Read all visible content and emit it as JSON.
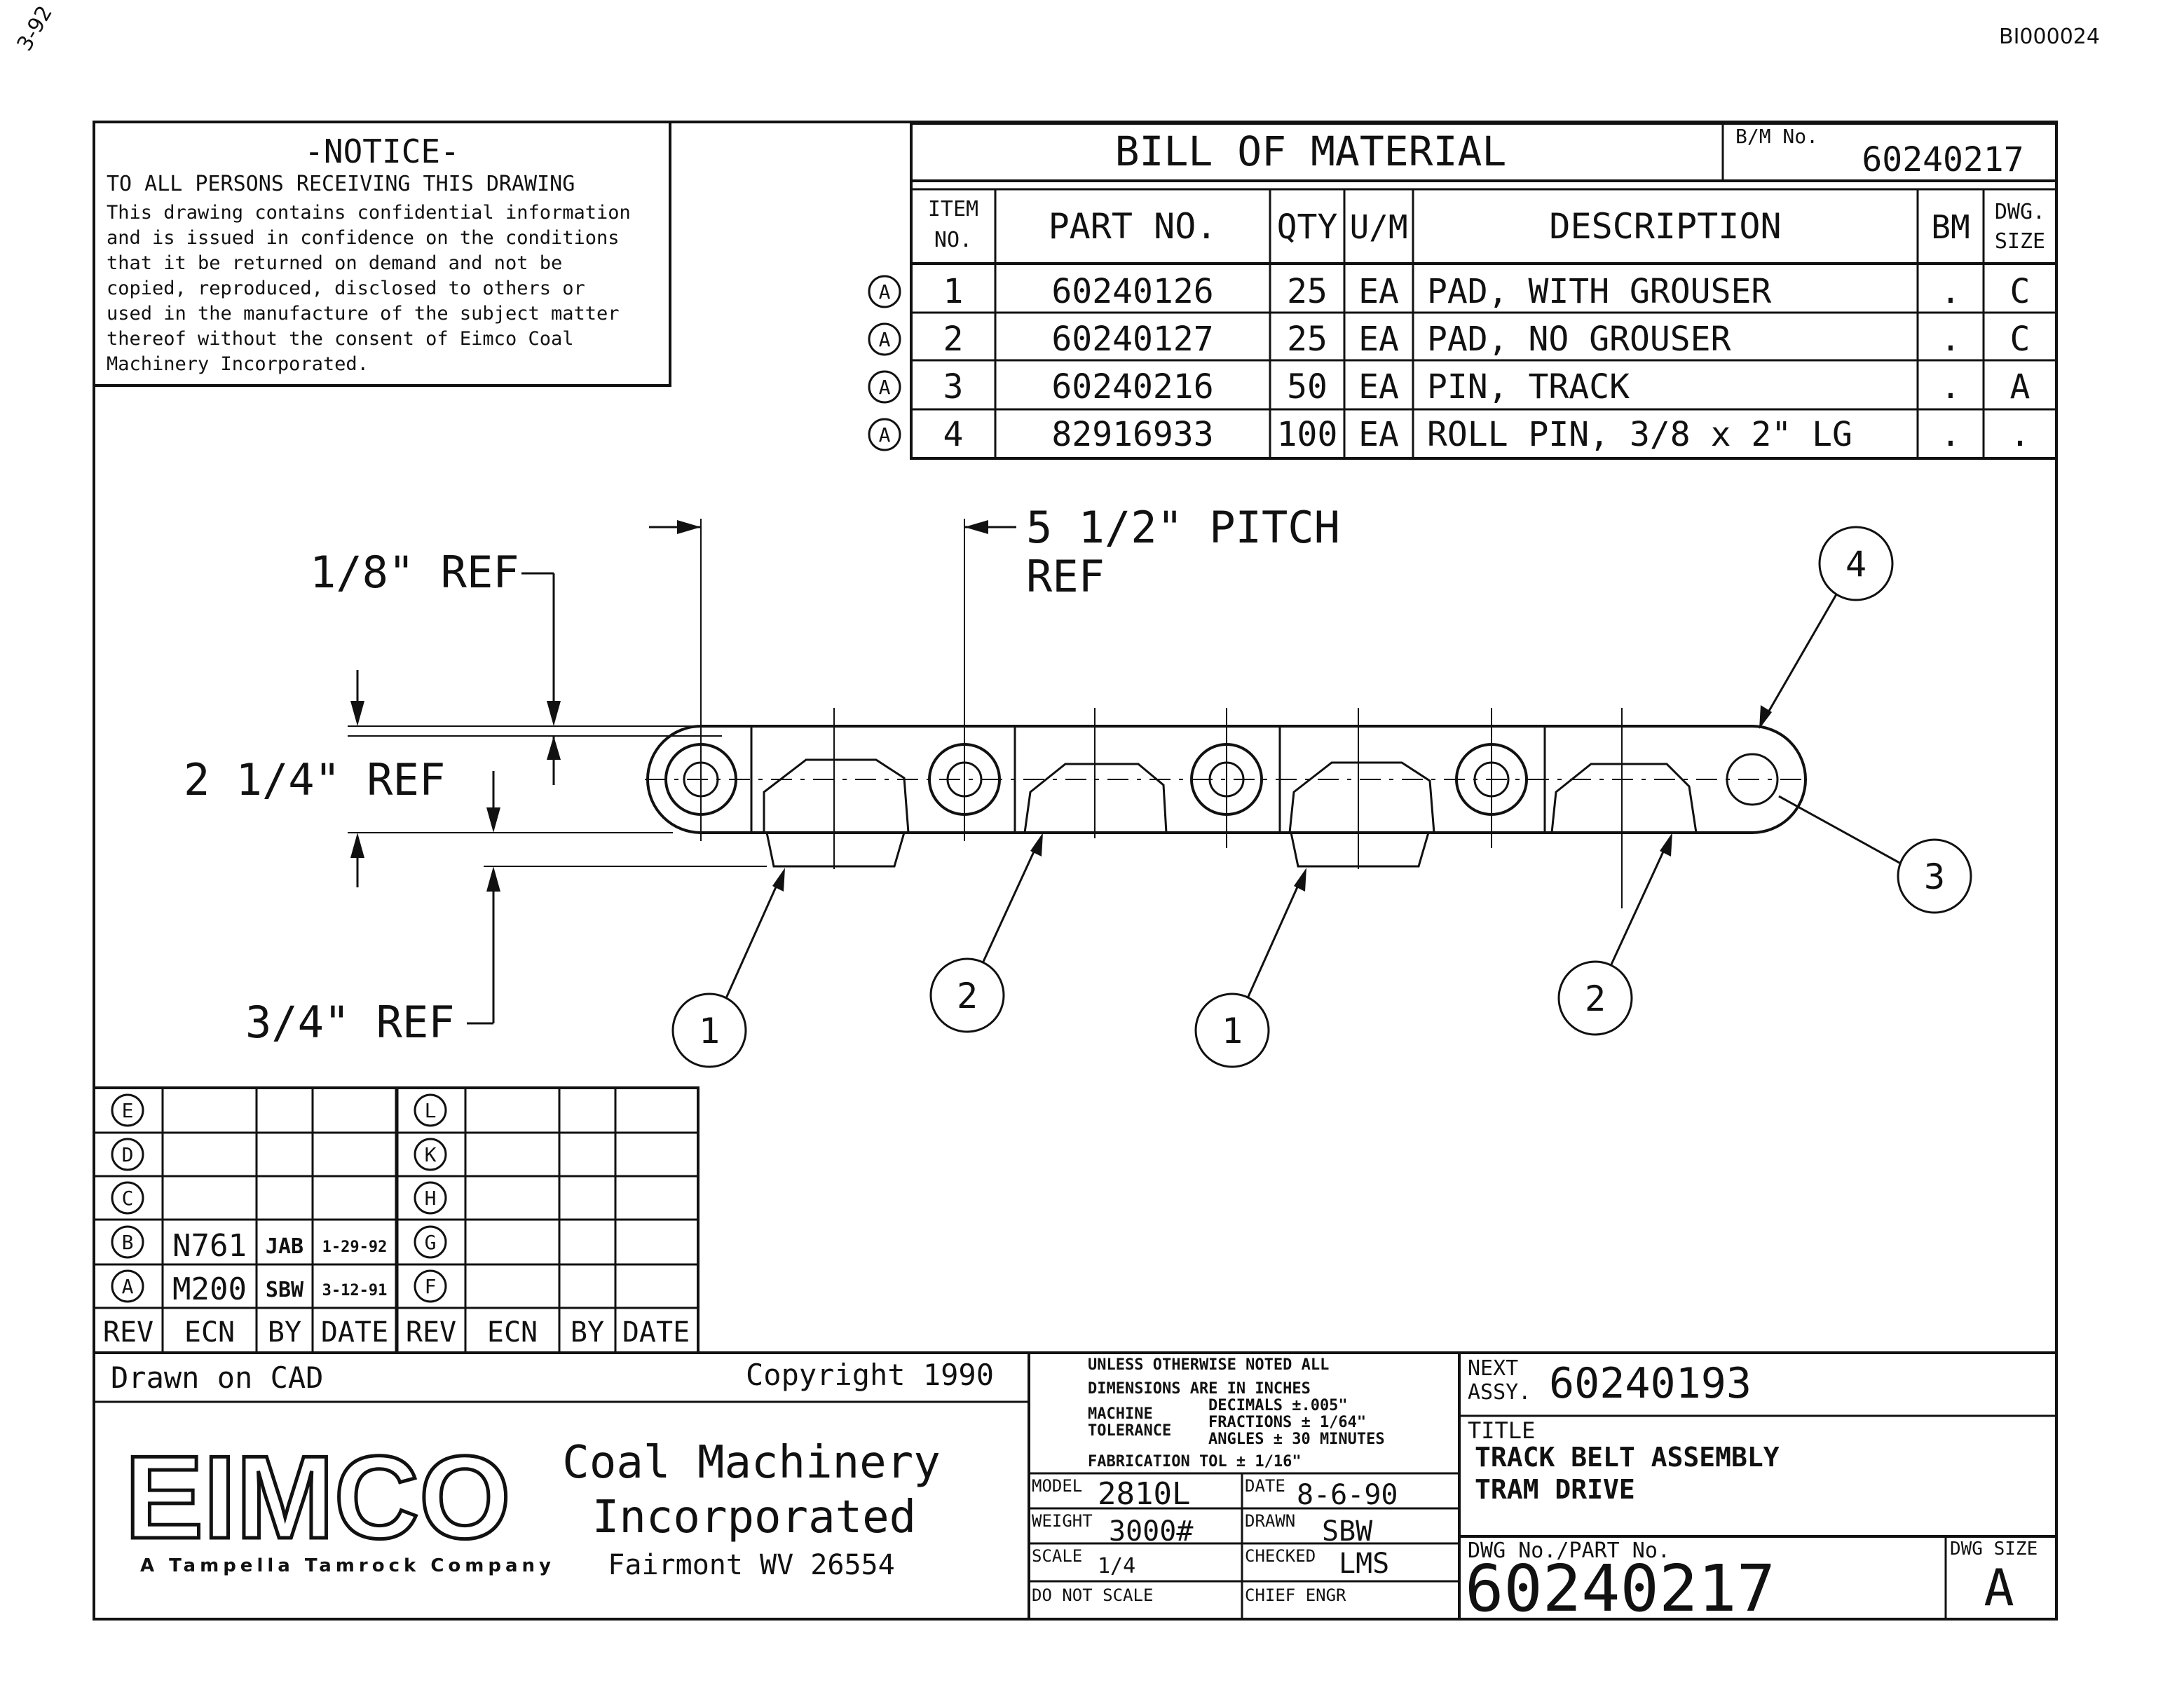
{
  "header": {
    "doc_id": "BI000024",
    "handwritten_mark": "3-92"
  },
  "notice": {
    "title": "-NOTICE-",
    "subtitle": "TO ALL PERSONS RECEIVING THIS DRAWING",
    "lines": [
      "This drawing contains confidential information",
      "and is issued in confidence on the conditions",
      "that it be returned on demand and not be",
      "copied, reproduced, disclosed to others or",
      "used in the manufacture of the subject matter",
      "thereof without the consent of Eimco Coal",
      "Machinery Incorporated."
    ]
  },
  "bom": {
    "title": "BILL OF MATERIAL",
    "bm_no_label": "B/M No.",
    "bm_no": "60240217",
    "headers": {
      "item_line1": "ITEM",
      "item_line2": "NO.",
      "part_no": "PART NO.",
      "qty": "QTY",
      "um": "U/M",
      "description": "DESCRIPTION",
      "bm": "BM",
      "dwg_line1": "DWG.",
      "dwg_line2": "SIZE"
    },
    "rows": [
      {
        "rev": "A",
        "item": "1",
        "part": "60240126",
        "qty": "25",
        "um": "EA",
        "desc": "PAD, WITH GROUSER",
        "bm": ".",
        "size": "C"
      },
      {
        "rev": "A",
        "item": "2",
        "part": "60240127",
        "qty": "25",
        "um": "EA",
        "desc": "PAD, NO GROUSER",
        "bm": ".",
        "size": "C"
      },
      {
        "rev": "A",
        "item": "3",
        "part": "60240216",
        "qty": "50",
        "um": "EA",
        "desc": "PIN, TRACK",
        "bm": ".",
        "size": "A"
      },
      {
        "rev": "A",
        "item": "4",
        "part": "82916933",
        "qty": "100",
        "um": "EA",
        "desc": "ROLL PIN, 3/8 x 2\" LG",
        "bm": ".",
        "size": "."
      }
    ]
  },
  "drawing": {
    "dim_pitch_line1": "5 1/2\" PITCH",
    "dim_pitch_line2": "REF",
    "dim_eighth": "1/8\" REF",
    "dim_two_quarter": "2 1/4\" REF",
    "dim_three_quarter": "3/4\" REF",
    "balloons": [
      "4",
      "3",
      "1",
      "2",
      "1",
      "2"
    ]
  },
  "revisions": {
    "left_labels": [
      "E",
      "D",
      "C",
      "B",
      "A"
    ],
    "right_labels": [
      "L",
      "K",
      "H",
      "G",
      "F"
    ],
    "b_row": {
      "ecn": "N761",
      "by": "JAB",
      "date": "1-29-92"
    },
    "a_row": {
      "ecn": "M200",
      "by": "SBW",
      "date": "3-12-91"
    },
    "headers": [
      "REV",
      "ECN",
      "BY",
      "DATE",
      "REV",
      "ECN",
      "BY",
      "DATE"
    ]
  },
  "title_block": {
    "drawn_on": "Drawn on CAD",
    "copyright": "Copyright 1990",
    "logo": "EIMCO",
    "logo_sub": "A Tampella Tamrock Company",
    "company_line1": "Coal Machinery",
    "company_line2": "Incorporated",
    "company_addr": "Fairmont WV 26554",
    "tol": {
      "line1": "UNLESS OTHERWISE NOTED ALL",
      "line2": "DIMENSIONS ARE IN INCHES",
      "machine": "MACHINE",
      "tolerance": "TOLERANCE",
      "decimals": "DECIMALS ±.005\"",
      "fractions": "FRACTIONS ± 1/64\"",
      "angles": "ANGLES ± 30 MINUTES",
      "fab": "FABRICATION TOL ± 1/16\""
    },
    "model_label": "MODEL",
    "model": "2810L",
    "date_label": "DATE",
    "date": "8-6-90",
    "weight_label": "WEIGHT",
    "weight": "3000#",
    "drawn_label": "DRAWN",
    "drawn": "SBW",
    "scale_label": "SCALE",
    "scale": "1/4",
    "checked_label": "CHECKED",
    "checked": "LMS",
    "do_not_scale": "DO NOT SCALE",
    "chief_engr": "CHIEF ENGR",
    "next_assy_label1": "NEXT",
    "next_assy_label2": "ASSY.",
    "next_assy": "60240193",
    "title_label": "TITLE",
    "title_line1": "TRACK BELT ASSEMBLY",
    "title_line2": "TRAM DRIVE",
    "dwg_no_label": "DWG No./PART No.",
    "dwg_no": "60240217",
    "dwg_size_label": "DWG SIZE",
    "dwg_size": "A"
  }
}
